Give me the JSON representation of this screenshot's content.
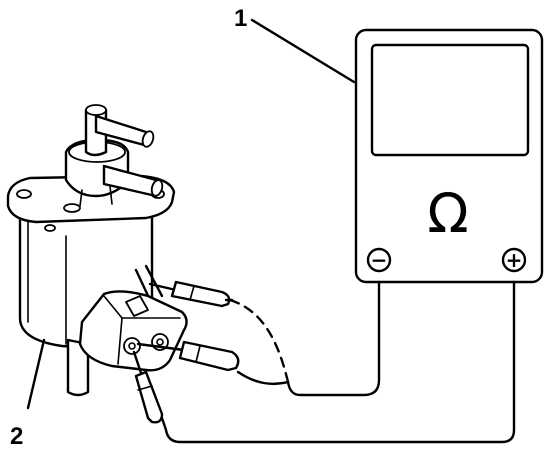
{
  "callouts": {
    "meter_number": "1",
    "component_number": "2"
  },
  "meter": {
    "unit_symbol": "Ω",
    "negative_terminal": "−",
    "positive_terminal": "+"
  }
}
